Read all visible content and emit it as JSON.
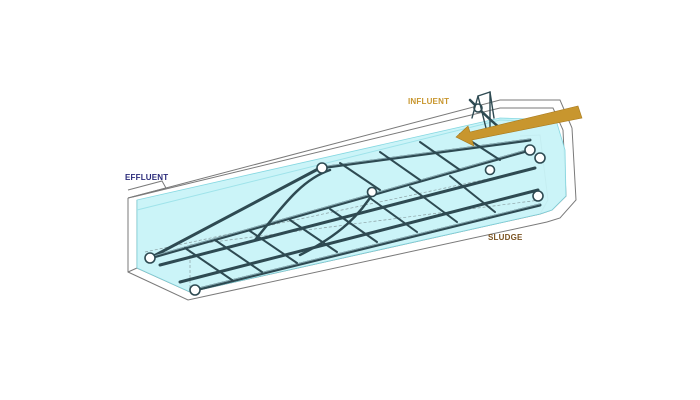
{
  "labels": {
    "influent": "INFLUENT",
    "effluent": "EFFLUENT",
    "sludge": "SLUDGE"
  },
  "colors": {
    "background": "#ffffff",
    "water": "#c9f4f8",
    "water_edge": "#7fd6e0",
    "tank_outline": "#7a7a7a",
    "frame": "#2e4a52",
    "frame_highlight": "#8fb3bb",
    "arrow": "#c8962e",
    "influent_label": "#c8962e",
    "effluent_label": "#2a2a7a",
    "sludge_label": "#7a5220"
  }
}
